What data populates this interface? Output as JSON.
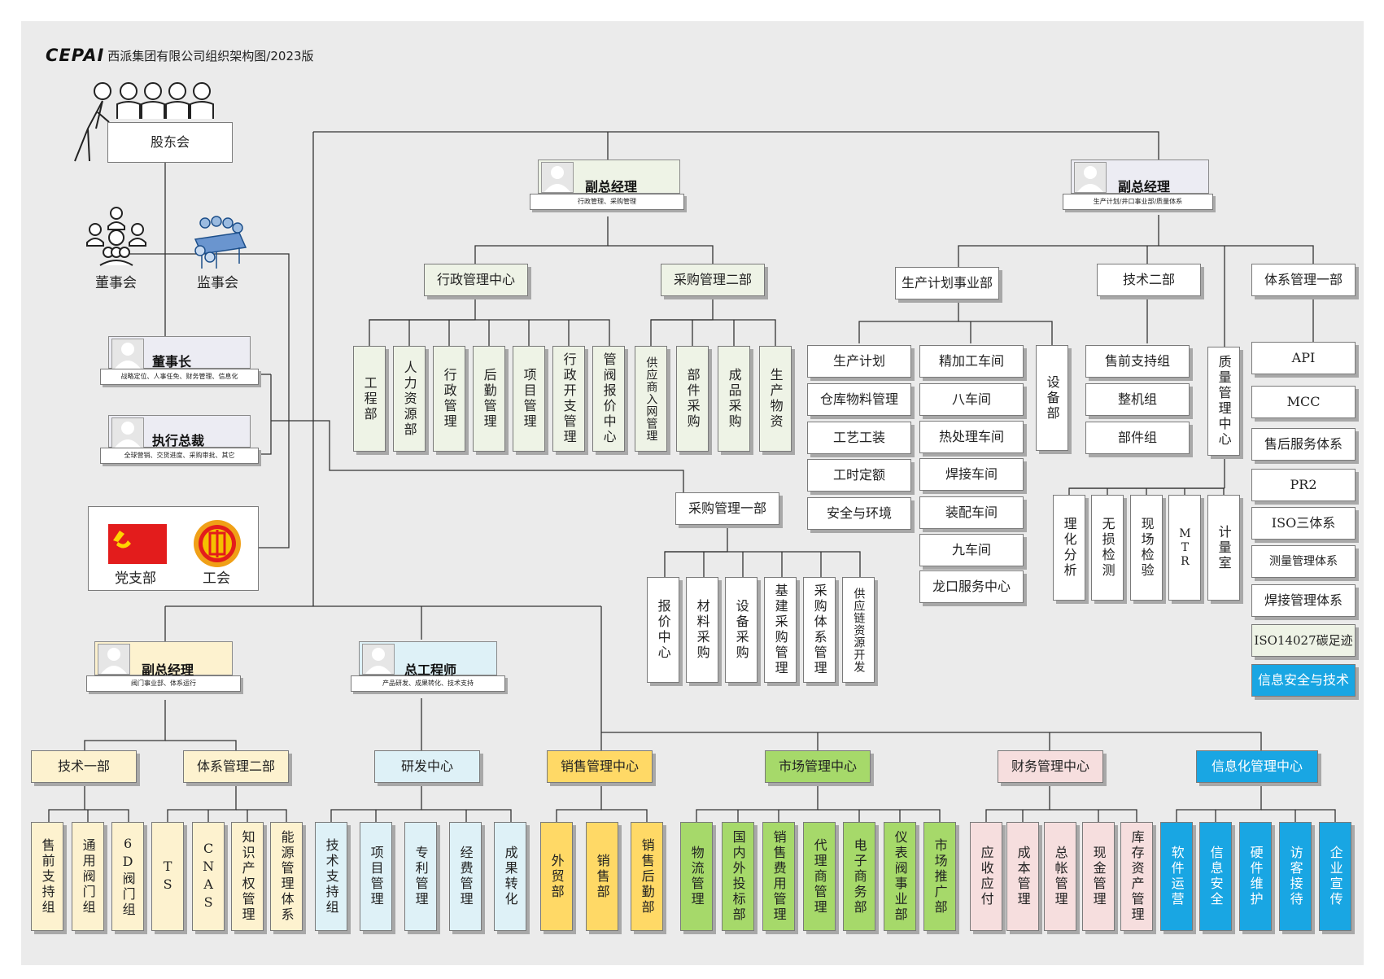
{
  "header": {
    "logo": "CEPAI",
    "title": "西派集团有限公司组织架构图/2023版"
  },
  "top": {
    "shareholders": "股东会",
    "board": "董事会",
    "supervisors": "监事会",
    "chairman": {
      "title": "董事长",
      "duties": "战略定位、人事任免、财务管理、信息化"
    },
    "president": {
      "title": "执行总裁",
      "duties": "全球营销、交货进度、采购审批、其它"
    },
    "party": "党支部",
    "union": "工会"
  },
  "vp_admin": {
    "title": "副总经理",
    "duties": "行政管理、采购管理"
  },
  "vp_prod": {
    "title": "副总经理",
    "duties": "生产计划/井口事业部/质量体系"
  },
  "vp_valve": {
    "title": "副总经理",
    "duties": "阀门事业部、体系运行"
  },
  "chief_engineer": {
    "title": "总工程师",
    "duties": "产品研发、成果转化、技术支持"
  },
  "departments": {
    "admin_center": "行政管理中心",
    "purchase2": "采购管理二部",
    "purchase1": "采购管理一部",
    "prod_plan": "生产计划事业部",
    "tech2": "技术二部",
    "sys1": "体系管理一部",
    "quality": "质量管理中心",
    "tech1": "技术一部",
    "sys2": "体系管理二部",
    "rnd": "研发中心",
    "sales": "销售管理中心",
    "market": "市场管理中心",
    "finance": "财务管理中心",
    "it": "信息化管理中心"
  },
  "admin_units": [
    "工程部",
    "人力资源部",
    "行政管理",
    "后勤管理",
    "项目管理",
    "行政开支管理",
    "管阀报价中心"
  ],
  "purchase2_units": [
    "供应商入网管理",
    "部件采购",
    "成品采购",
    "生产物资"
  ],
  "purchase1_units": [
    "报价中心",
    "材料采购",
    "设备采购",
    "基建采购管理",
    "采购体系管理",
    "供应链资源开发"
  ],
  "prod_left": [
    "生产计划",
    "仓库物料管理",
    "工艺工装",
    "工时定额",
    "安全与环境"
  ],
  "prod_right": [
    "精加工车间",
    "八车间",
    "热处理车间",
    "焊接车间",
    "装配车间",
    "九车间",
    "龙口服务中心"
  ],
  "equipment": "设备部",
  "tech2_units": [
    "售前支持组",
    "整机组",
    "部件组"
  ],
  "quality_units": [
    "理化分析",
    "无损检测",
    "现场检验",
    "MTR",
    "计量室"
  ],
  "sys1_units": [
    "API",
    "MCC",
    "售后服务体系",
    "PR2",
    "ISO三体系",
    "测量管理体系",
    "焊接管理体系",
    "ISO14027碳足迹",
    "信息安全与技术"
  ],
  "tech1_units": [
    "售前支持组",
    "通用阀门组",
    "6D阀门组"
  ],
  "sys2_units": [
    "TS",
    "CNAS",
    "知识产权管理",
    "能源管理体系"
  ],
  "rnd_units": [
    "技术支持组",
    "项目管理",
    "专利管理",
    "经费管理",
    "成果转化"
  ],
  "sales_units": [
    "外贸部",
    "销售部",
    "销售后勤部"
  ],
  "market_units": [
    "物流管理",
    "国内外投标部",
    "销售费用管理",
    "代理商管理",
    "电子商务部",
    "仪表阀事业部",
    "市场推广部"
  ],
  "finance_units": [
    "应收应付",
    "成本管理",
    "总帐管理",
    "现金管理",
    "库存资产管理"
  ],
  "it_units": [
    "软件运营",
    "信息安全",
    "硬件维护",
    "访客接待",
    "企业宣传"
  ],
  "colors": {
    "admin": "#eef3e6",
    "yellow": "#fdf2cf",
    "blue": "#def1f7",
    "orange": "#ffd966",
    "green": "#a6d96a",
    "pink": "#f6dede",
    "cyan": "#19a6e3",
    "flag": "#e31c1c"
  }
}
